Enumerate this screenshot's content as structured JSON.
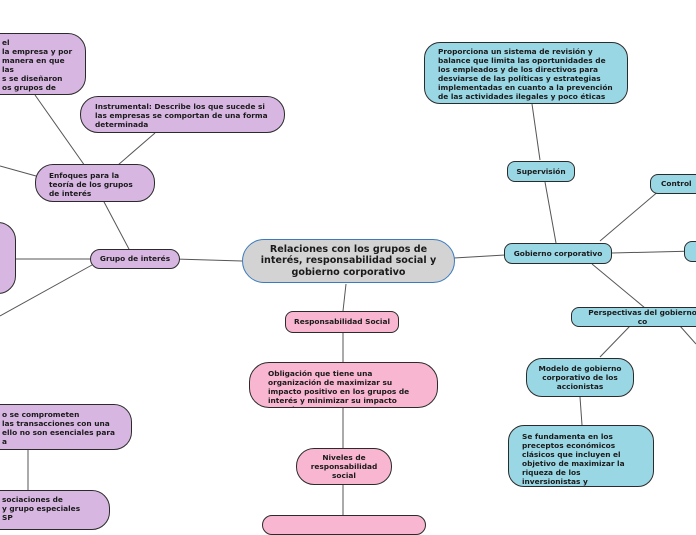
{
  "center": {
    "title": "Relaciones con los grupos de interés, responsabilidad social y gobierno corporativo"
  },
  "left": {
    "top_partial": "el\nla empresa y por\nmanera en que las\ns se diseñaron\nos grupos de",
    "instrumental": "Instrumental: Describe los que sucede si las empresas se comportan de una forma determinada",
    "enfoques": "Enfoques para la\nteoría de los grupos\nde interés",
    "grupo_interes": "Grupo de interés",
    "bottom_partial_1": "o se comprometen\nlas transacciones con una\nello no son esenciales para\na",
    "bottom_partial_2": "sociaciones de\ny grupo especiales\nSP"
  },
  "middle": {
    "responsabilidad": "Responsabilidad Social",
    "obligacion": "Obligación que tiene una organización de maximizar su impacto positivo en los grupos de interés y minimizar su impacto negativo.",
    "niveles": "Niveles de\nresponsabilidad\nsocial"
  },
  "right": {
    "supervision_desc": "Proporciona un sistema de revisión y balance que limita las oportunidades de los empleados y de los directivos para desviarse de las políticas y estrategias implementadas en cuanto a la prevención de las actividades ilegales y poco éticas",
    "supervision": "Supervisión",
    "control": "Control",
    "gobierno": "Gobierno corporativo",
    "perspectivas": "Perspectivas del gobierno co",
    "modelo": "Modelo de gobierno\ncorporativo de los\naccionistas",
    "fundamento": "Se fundamenta en los preceptos económicos clásicos  que incluyen el objetivo de maximizar la riqueza de los inversionistas y propietarios."
  },
  "colors": {
    "purple": "#d7b7e2",
    "blue": "#9ad7e4",
    "pink": "#f9b6d0",
    "center": "#d3d3d3",
    "center_border": "#3a7bbf",
    "edge": "#555555"
  }
}
